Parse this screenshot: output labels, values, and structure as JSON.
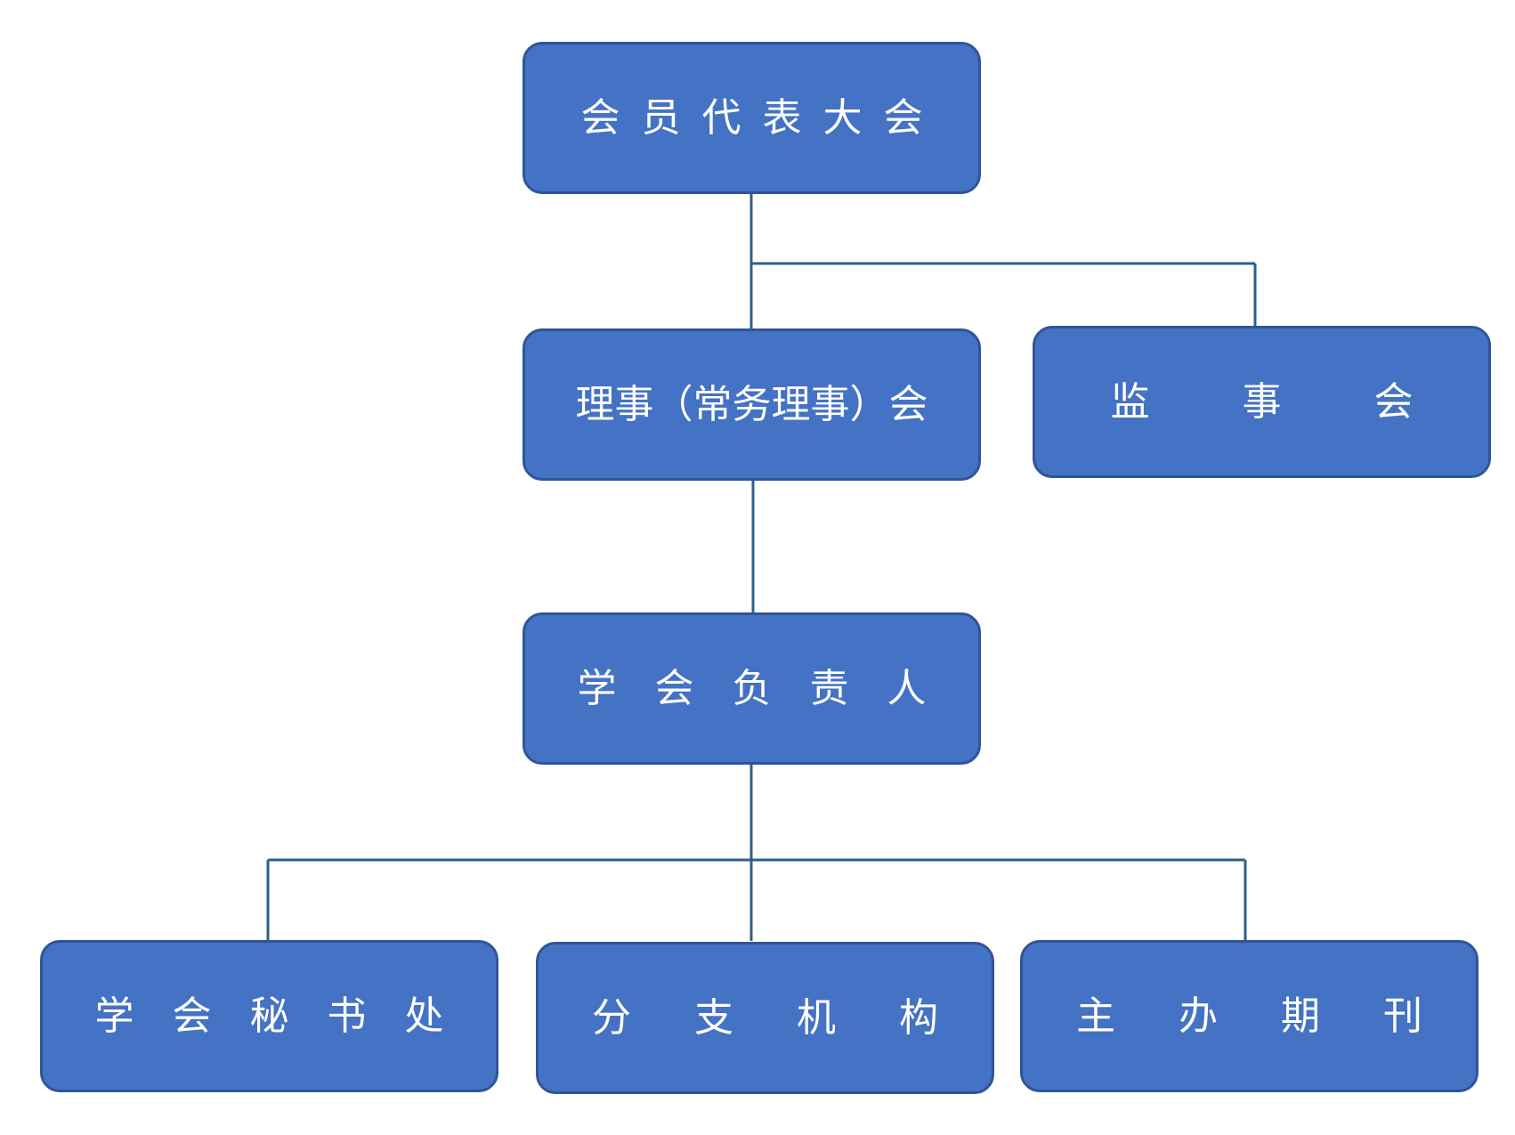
{
  "diagram": {
    "type": "org-chart",
    "colors": {
      "box_fill": "#4472c4",
      "box_border": "#2f5597",
      "connector": "#2f5f8a",
      "label_text": "#ffffff",
      "background": "#ffffff"
    },
    "nodes": {
      "assembly": {
        "label": "会员代表大会"
      },
      "council": {
        "label": "理事（常务理事）会"
      },
      "supervisory": {
        "label": "监事会"
      },
      "leader": {
        "label": "学会负责人"
      },
      "secretariat": {
        "label": "学会秘书处"
      },
      "branch": {
        "label": "分支机构"
      },
      "journal": {
        "label": "主办期刊"
      }
    },
    "edges": [
      {
        "from": "assembly",
        "to": "council"
      },
      {
        "from": "assembly",
        "to": "supervisory"
      },
      {
        "from": "council",
        "to": "leader"
      },
      {
        "from": "leader",
        "to": "secretariat"
      },
      {
        "from": "leader",
        "to": "branch"
      },
      {
        "from": "leader",
        "to": "journal"
      }
    ]
  }
}
